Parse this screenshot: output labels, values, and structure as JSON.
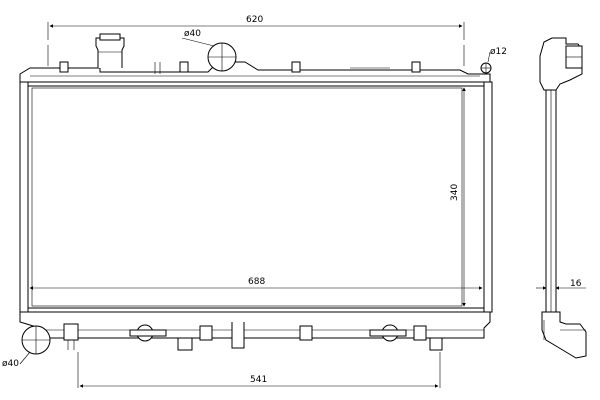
{
  "drawing": {
    "dimensions": {
      "top_width": "620",
      "inlet_diameter": "ø40",
      "cap_diameter": "ø12",
      "core_height": "340",
      "core_width": "688",
      "bottom_width": "541",
      "outlet_diameter": "ø40",
      "side_thickness": "16"
    }
  }
}
